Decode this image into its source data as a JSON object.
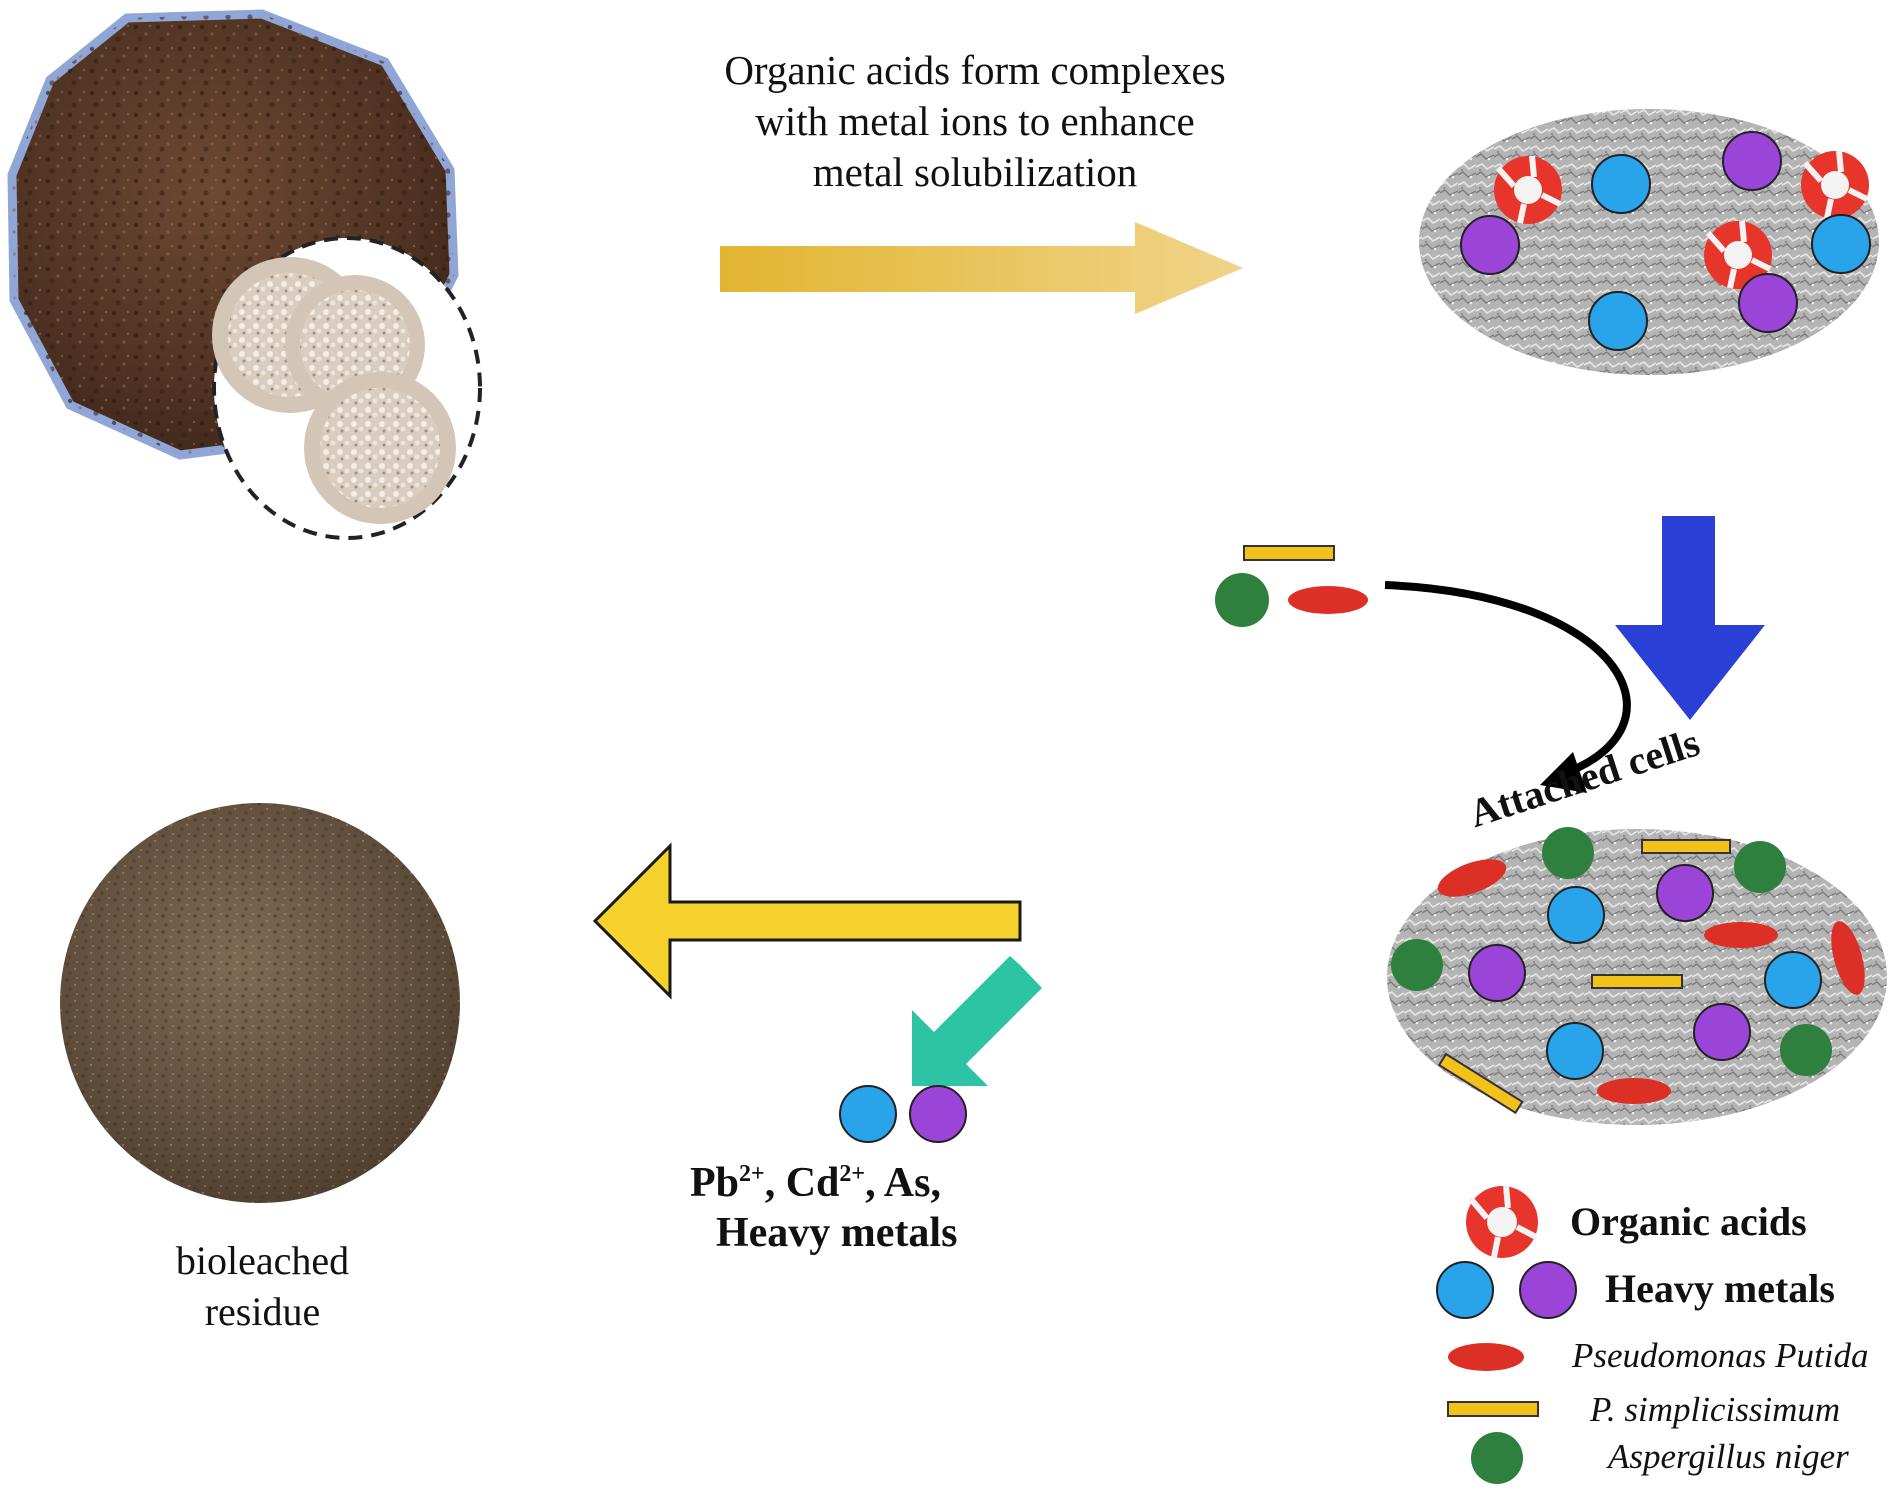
{
  "caption": {
    "line1": "Organic acids form complexes",
    "line2": "with metal ions to enhance",
    "line3": "metal solubilization"
  },
  "attached_label": "Attached cells",
  "released_metals": {
    "line1_pb": "Pb",
    "line1_pb_sup": "2+",
    "line1_sep1": ", Cd",
    "line1_cd_sup": "2+",
    "line1_rest": ", As,",
    "line2": "Heavy metals"
  },
  "residue_label": {
    "line1": "bioleached",
    "line2": "residue"
  },
  "legend": {
    "organic_acids": "Organic acids",
    "heavy_metals": "Heavy metals",
    "pseudomonas": "Pseudomonas Putida",
    "penicillium": "P. simplicissimum",
    "aspergillus": "Aspergillus niger"
  },
  "colors": {
    "heavy_metal_blue": "#29a3ea",
    "heavy_metal_purple": "#9b45d8",
    "organic_acid_red": "#e8352b",
    "pseudomonas_red": "#dc2f26",
    "penicillium_yellow": "#f2c21a",
    "aspergillus_green": "#2f7f3e",
    "arrow_gold": "#e6bb3a",
    "arrow_yellow": "#f5d22b",
    "arrow_blue": "#2a3fd6",
    "arrow_teal": "#2dc4a6"
  }
}
